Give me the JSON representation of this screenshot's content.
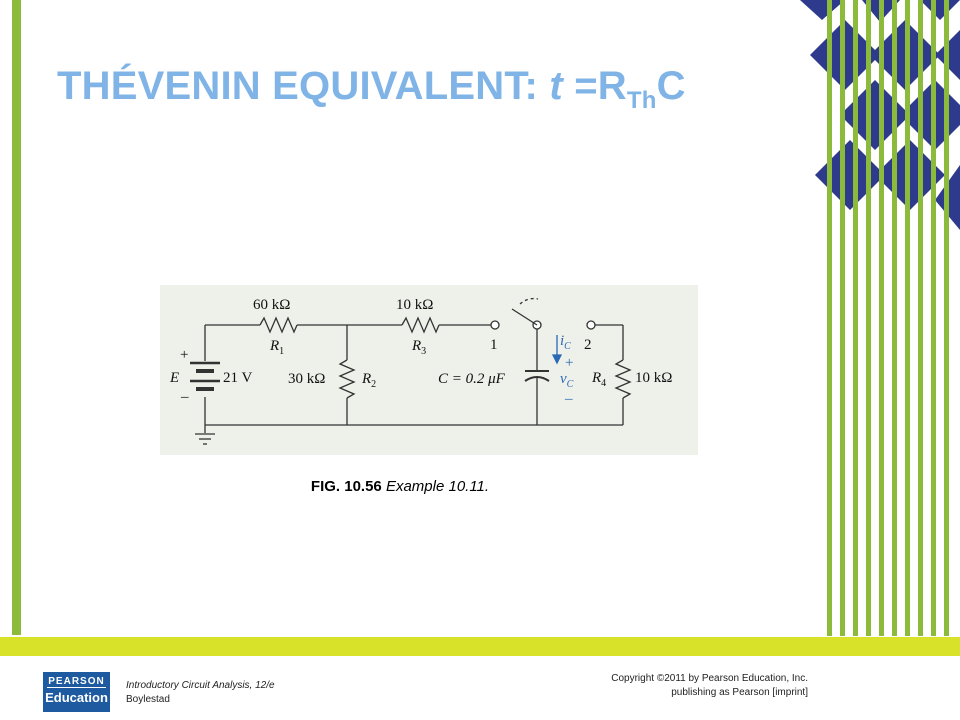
{
  "slide": {
    "title_main": "THÉVENIN EQUIVALENT:",
    "title_tau": "t",
    "title_eq": " =R",
    "title_sub": "Th",
    "title_tail": "C"
  },
  "figure": {
    "caption_fig": "FIG. 10.56",
    "caption_desc": " Example 10.11.",
    "r1_value": "60 kΩ",
    "r1_name": "R",
    "r1_sub": "1",
    "r2_value": "30 kΩ",
    "r2_name": "R",
    "r2_sub": "2",
    "r3_value": "10 kΩ",
    "r3_name": "R",
    "r3_sub": "3",
    "r4_value": "10 kΩ",
    "r4_name": "R",
    "r4_sub": "4",
    "source_name": "E",
    "source_value": "21 V",
    "source_plus": "+",
    "source_minus": "–",
    "cap_label": "C = 0.2 μF",
    "switch_pos1": "1",
    "switch_pos2": "2",
    "current_name": "i",
    "current_sub": "C",
    "voltage_name": "v",
    "voltage_sub": "C",
    "v_plus": "+",
    "v_minus": "–"
  },
  "footer": {
    "logo_line1": "PEARSON",
    "logo_line2": "Education",
    "book_title": "Introductory Circuit Analysis, 12/e",
    "book_author": "Boylestad",
    "copyright_line1": "Copyright ©2011 by Pearson Education, Inc.",
    "copyright_line2": "publishing as Pearson [imprint]"
  },
  "colors": {
    "title": "#80b4e6",
    "green_bars": "#8cba3a",
    "bottom_bar": "#d8e228",
    "diamonds": "#2e3a8c",
    "logo_bg": "#1e5aa0"
  }
}
